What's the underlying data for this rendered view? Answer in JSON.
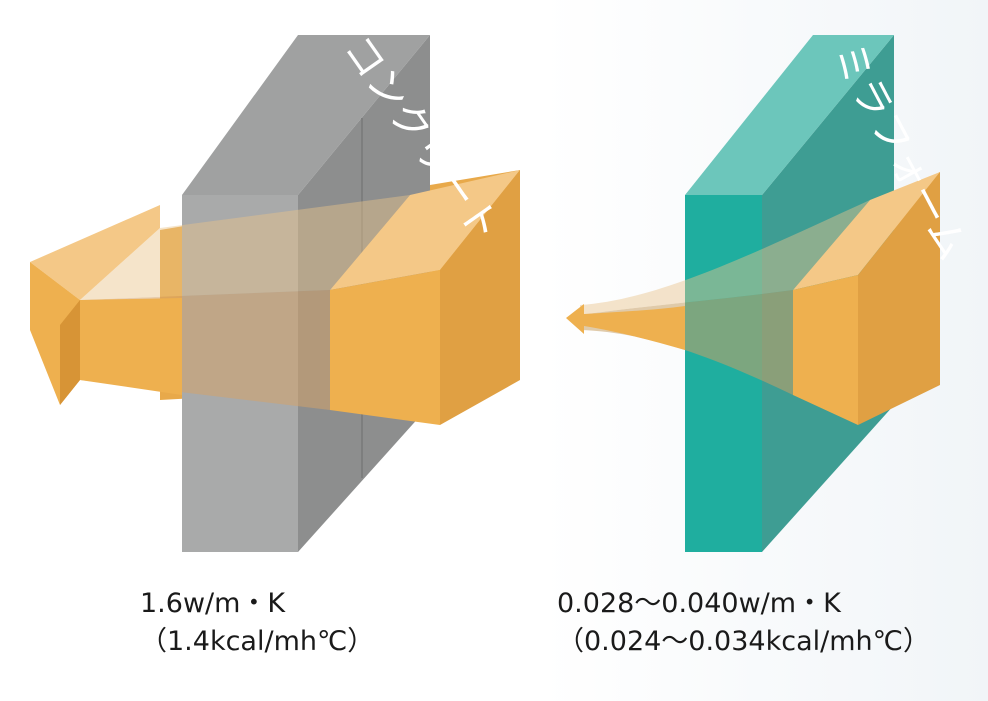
{
  "left_panel": {
    "material_label": "コンクリート",
    "conductivity_si": "1.6w/m・K",
    "conductivity_kcal": "（1.4kcal/mh℃）"
  },
  "right_panel": {
    "material_label": "ミラフォーム",
    "conductivity_si": "0.028～0.040w/m・K",
    "conductivity_kcal": "（0.024～0.034kcal/mh℃）"
  },
  "colors": {
    "concrete_front": "#a9aaaa",
    "concrete_side": "#8d8e8e",
    "foam_front": "#1fae9f",
    "foam_side": "#3e9d93",
    "foam_top": "#6cc6bb",
    "heat_arrow": "#eeb04f",
    "heat_arrow_light": "#f4c887"
  }
}
